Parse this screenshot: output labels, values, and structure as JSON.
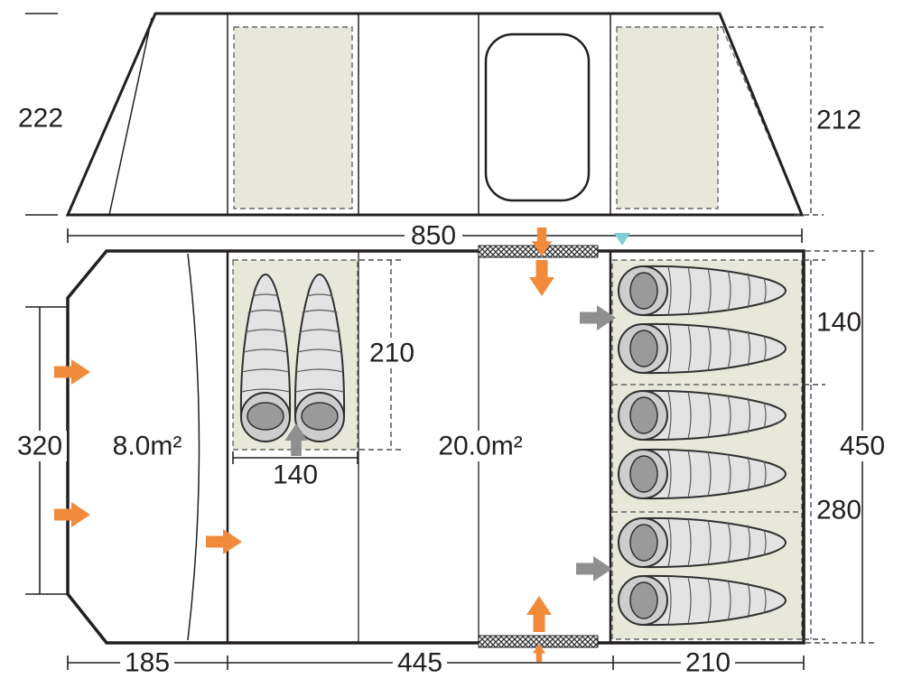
{
  "elevation": {
    "height_left": "222",
    "height_right": "212",
    "width": "850"
  },
  "floorplan": {
    "depth_left": "320",
    "bottom_segments": [
      "185",
      "445",
      "210"
    ],
    "porch_area": "8.0m²",
    "living_area": "20.0m²",
    "small_bedroom": {
      "width": "140",
      "depth": "210"
    },
    "right_bedroom": {
      "top_depth": "140",
      "bottom_depth": "280",
      "total_depth": "450"
    }
  },
  "icons": {
    "sleeping_bag": "sleeping-bag-icon",
    "airflow_orange": "airflow-arrow-icon",
    "entrance_gray": "entrance-arrow-icon",
    "vent_mesh": "vent-mesh-icon",
    "marker": "vent-marker-triangle-icon"
  },
  "colors": {
    "line": "#231f20",
    "panel_beige": "#e7e8da",
    "accent_orange": "#f18a3b",
    "arrow_gray": "#8f8f8f",
    "vent_teal": "#7fd0d6"
  }
}
